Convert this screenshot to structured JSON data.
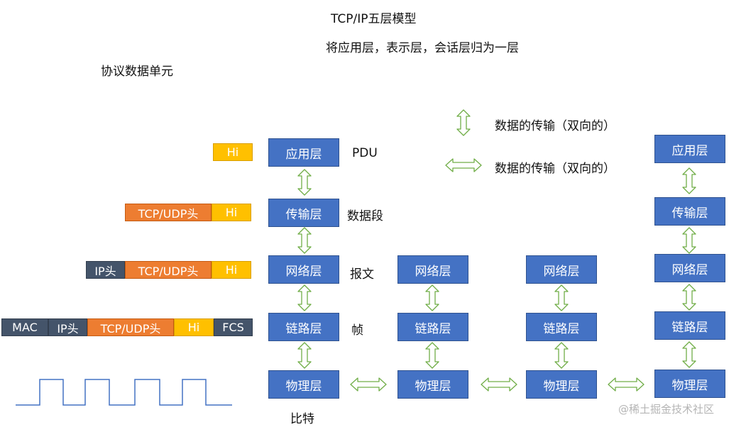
{
  "title": "TCP/IP五层模型",
  "subtitle": "将应用层，表示层，会话层归为一层",
  "pdu_heading": "协议数据单元",
  "legend": {
    "vertical": "数据的传输（双向的）",
    "horizontal": "数据的传输（双向的）"
  },
  "layers": {
    "application": "应用层",
    "transport": "传输层",
    "network": "网络层",
    "link": "链路层",
    "physical": "物理层"
  },
  "pdu_units": {
    "application": "PDU",
    "transport": "数据段",
    "network": "报文",
    "link": "帧",
    "physical": "比特"
  },
  "headers": {
    "hi": "Hi",
    "tcp_udp": "TCP/UDP头",
    "ip": "IP头",
    "mac": "MAC",
    "fcs": "FCS"
  },
  "watermark": "@稀土掘金技术社区",
  "colors": {
    "layer_box": "#4472c4",
    "hi": "#ffc000",
    "tcp_udp": "#ed7d31",
    "dark": "#44546a",
    "arrow": "#70ad47",
    "signal": "#4472c4"
  }
}
